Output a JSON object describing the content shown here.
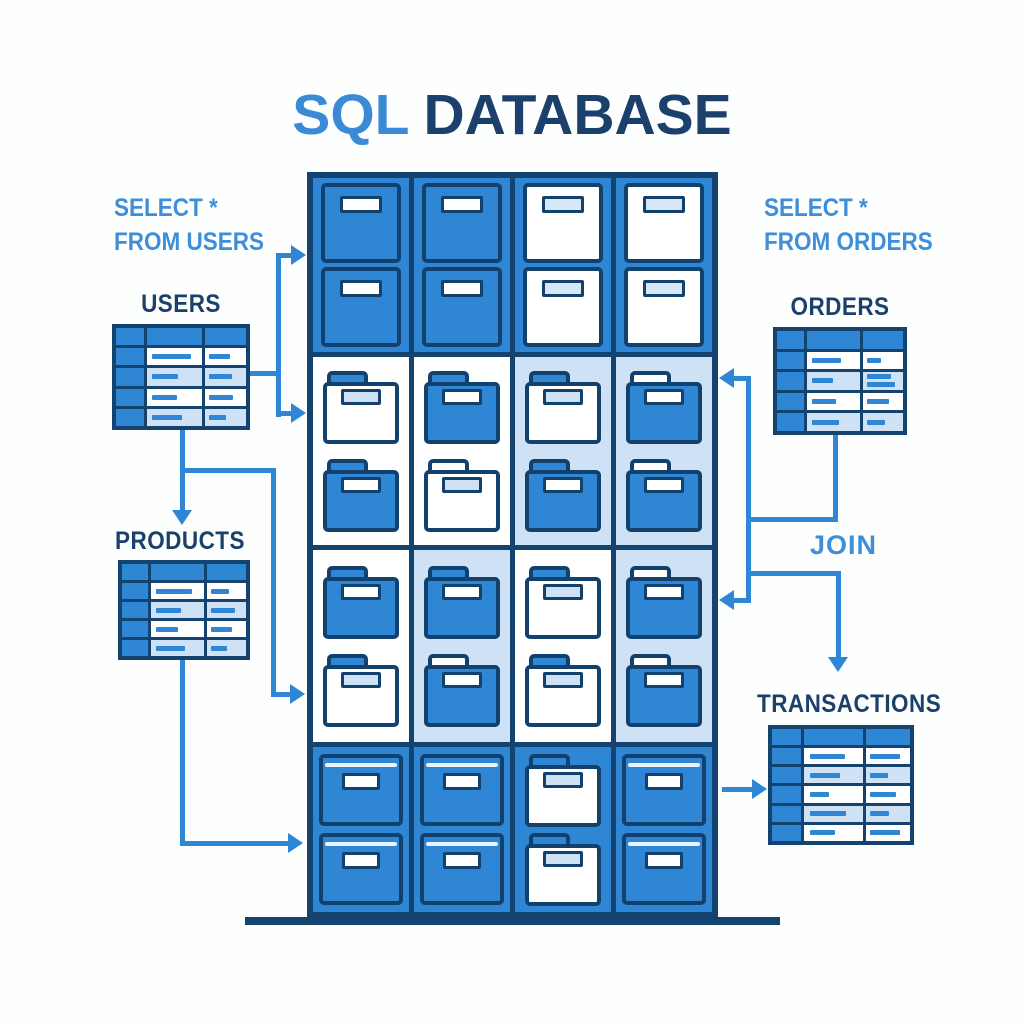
{
  "title": {
    "part1": "SQL",
    "part2": "DATABASE"
  },
  "annotations": {
    "left_query_line1": "SELECT *",
    "left_query_line2": "FROM USERS",
    "right_query_line1": "SELECT *",
    "right_query_line2": "FROM ORDERS",
    "join_label": "JOIN"
  },
  "colors": {
    "accent_blue": "#2e86d5",
    "navy": "#14436f",
    "light_blue_bg": "#cfe2f5",
    "query_text_blue": "#3f8ed8",
    "title_light_blue": "#3a8ad6",
    "title_navy": "#1a406b",
    "white": "#ffffff"
  },
  "tables": [
    {
      "id": "users",
      "label": "USERS",
      "rows": [
        {
          "bg": "white",
          "dashes": [
            [
              72
            ],
            [
              52
            ]
          ]
        },
        {
          "bg": "light",
          "dashes": [
            [
              48
            ],
            [
              58
            ]
          ]
        },
        {
          "bg": "white",
          "dashes": [
            [
              45
            ],
            [
              60
            ]
          ]
        },
        {
          "bg": "light",
          "dashes": [
            [
              55
            ],
            [
              42
            ]
          ]
        }
      ]
    },
    {
      "id": "products",
      "label": "PRODUCTS",
      "rows": [
        {
          "bg": "white",
          "dashes": [
            [
              68
            ],
            [
              48
            ]
          ]
        },
        {
          "bg": "light",
          "dashes": [
            [
              48
            ],
            [
              62
            ]
          ]
        },
        {
          "bg": "white",
          "dashes": [
            [
              42
            ],
            [
              55
            ]
          ]
        },
        {
          "bg": "light",
          "dashes": [
            [
              55
            ],
            [
              42
            ]
          ]
        }
      ]
    },
    {
      "id": "orders",
      "label": "ORDERS",
      "rows": [
        {
          "bg": "white",
          "dashes": [
            [
              55
            ],
            [
              35
            ]
          ]
        },
        {
          "bg": "light",
          "dashes": [
            [
              40
            ],
            [
              62,
              72
            ]
          ]
        },
        {
          "bg": "white",
          "dashes": [
            [
              45
            ],
            [
              55
            ]
          ]
        },
        {
          "bg": "light",
          "dashes": [
            [
              52
            ],
            [
              45
            ]
          ]
        }
      ]
    },
    {
      "id": "transactions",
      "label": "TRANSACTIONS",
      "rows": [
        {
          "bg": "white",
          "dashes": [
            [
              60
            ],
            [
              68
            ]
          ]
        },
        {
          "bg": "light",
          "dashes": [
            [
              52
            ],
            [
              40
            ]
          ]
        },
        {
          "bg": "white",
          "dashes": [
            [
              32
            ],
            [
              58
            ]
          ]
        },
        {
          "bg": "light",
          "dashes": [
            [
              62
            ],
            [
              42
            ]
          ]
        },
        {
          "bg": "white",
          "dashes": [
            [
              42
            ],
            [
              68
            ]
          ]
        }
      ]
    }
  ],
  "cabinet": {
    "sections": [
      {
        "name": "drawers-top",
        "col_bg": [
          "blue",
          "blue",
          "blue",
          "blue"
        ],
        "cells": [
          [
            "drawer-blue",
            "drawer-blue"
          ],
          [
            "drawer-blue",
            "drawer-blue"
          ],
          [
            "drawer-white",
            "drawer-white"
          ],
          [
            "drawer-white",
            "drawer-white"
          ]
        ]
      },
      {
        "name": "folders-upper",
        "col_bg": [
          "white",
          "white",
          "light",
          "light"
        ],
        "cells": [
          [
            "folder-white-bt",
            "folder-blue"
          ],
          [
            "folder-blue",
            "folder-white"
          ],
          [
            "folder-white-bt",
            "folder-blue"
          ],
          [
            "folder-blue-wt",
            "folder-blue-wt"
          ]
        ]
      },
      {
        "name": "folders-lower",
        "col_bg": [
          "white",
          "light",
          "white",
          "light"
        ],
        "cells": [
          [
            "folder-blue",
            "folder-white-bt"
          ],
          [
            "folder-blue",
            "folder-blue-wt"
          ],
          [
            "folder-white-bt",
            "folder-white-bt"
          ],
          [
            "folder-blue-wt",
            "folder-blue-wt"
          ]
        ]
      },
      {
        "name": "drawers-bottom",
        "col_bg": [
          "blue",
          "blue",
          "blue",
          "blue"
        ],
        "cells": [
          [
            "box-blue",
            "box-blue"
          ],
          [
            "box-blue",
            "box-blue"
          ],
          [
            "folder-white-bt",
            "folder-white-bt"
          ],
          [
            "box-blue",
            "box-blue"
          ]
        ]
      }
    ]
  }
}
